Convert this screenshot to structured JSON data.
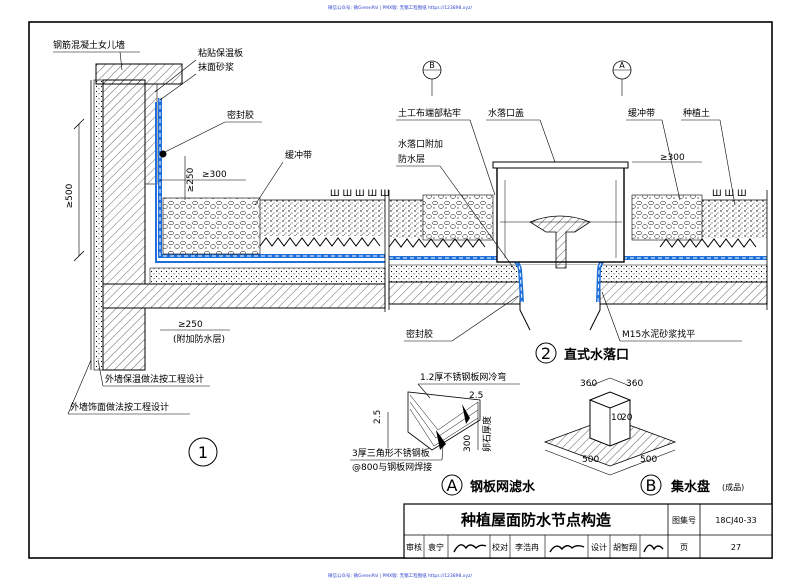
{
  "watermark": {
    "top": "微信公众号: 微GreenPal | PMX版: 无锡工程图纸 https://123898.xyz/",
    "bottom": "微信公众号: 微GreenPal | PMX版: 无锡工程图纸 https://123898.xyz/"
  },
  "detail1": {
    "labels": {
      "parapet": "钢筋混凝土女儿墙",
      "insulation_board": "粘贴保温板",
      "plaster": "抹面砂浆",
      "sealant": "密封胶",
      "buffer_belt": "缓冲带",
      "extra_layer": "(附加防水层)",
      "ext_insulation": "外墙保温做法按工程设计",
      "ext_finish": "外墙饰面做法按工程设计"
    },
    "dims": {
      "ge500": "≥500",
      "ge250_v": "≥250",
      "ge300": "≥300",
      "ge250_h": "≥250"
    },
    "number": "1"
  },
  "detail2": {
    "marker_b": "B",
    "marker_a": "A",
    "labels": {
      "geotextile": "土工布端部粘牢",
      "drain_cover": "水落口盖",
      "drain_extra": "水落口附加",
      "drain_extra2": "防水层",
      "buffer_belt": "缓冲带",
      "planting_soil": "种植土",
      "sealant": "密封胶",
      "m15": "M15水泥砂浆找平"
    },
    "dims": {
      "ge300": "≥300"
    },
    "number": "2",
    "title": "直式水落口"
  },
  "detailA": {
    "labels": {
      "mesh": "1.2厚不锈钢板网冷弯",
      "plate": "3厚三角形不锈钢板",
      "weld": "@800与钢板网焊接",
      "gravel": "卵石厚度"
    },
    "dims": {
      "d25a": "2.5",
      "d25b": "2.5",
      "d300": "300"
    },
    "letter": "A",
    "title": "钢板网滤水"
  },
  "detailB": {
    "dims": {
      "w360a": "360",
      "w360b": "360",
      "h20": "20",
      "h10": "10",
      "w500a": "500",
      "w500b": "500"
    },
    "letter": "B",
    "title": "集水盘",
    "subtitle": "(成品)"
  },
  "titleblock": {
    "name": "种植屋面防水节点构造",
    "atlas_label": "图集号",
    "atlas_no": "18CJ40-33",
    "review_label": "审核",
    "reviewer": "袁宁",
    "check_label": "校对",
    "checker": "李浩冉",
    "design_label": "设计",
    "designer": "胡智翔",
    "page_label": "页",
    "page_no": "27"
  }
}
